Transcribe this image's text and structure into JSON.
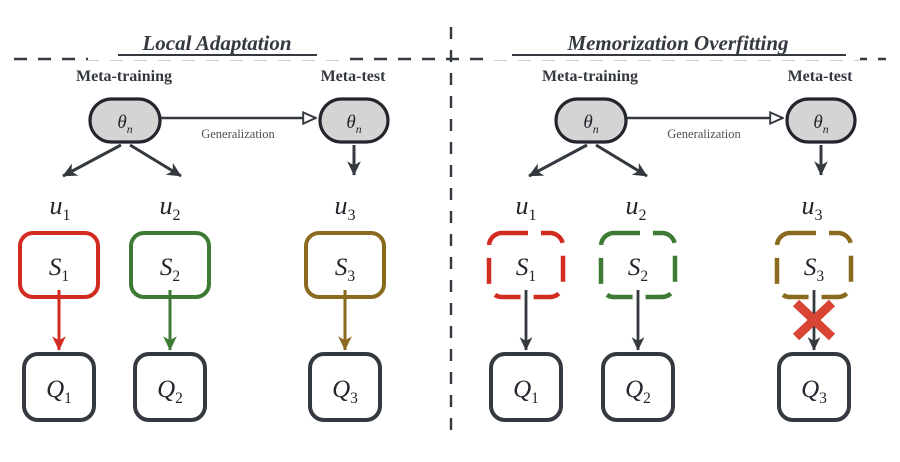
{
  "figure": {
    "type": "diagram",
    "subtitle_divider": "dashed",
    "colors": {
      "ink": "#34383f",
      "red": "#d22b22",
      "green": "#3d7a33",
      "brown": "#8a6a1e",
      "node_fill": "#d4d4d4",
      "cross_red": "#d94434",
      "background": "#ffffff"
    }
  },
  "panels": [
    {
      "id": "left",
      "title": "Local Adaptation",
      "stages": [
        {
          "id": "meta-training",
          "label": "Meta-training"
        },
        {
          "id": "meta-test",
          "label": "Meta-test"
        }
      ],
      "edge_label": "Generalization",
      "root_nodes": [
        {
          "id": "theta-train",
          "base": "θ",
          "sub": "n"
        },
        {
          "id": "theta-test",
          "base": "θ",
          "sub": "n"
        }
      ],
      "task_labels": [
        {
          "id": "u1",
          "base": "u",
          "sub": "1"
        },
        {
          "id": "u2",
          "base": "u",
          "sub": "2"
        },
        {
          "id": "u3",
          "base": "u",
          "sub": "3"
        }
      ],
      "support_boxes": [
        {
          "id": "S1",
          "base": "S",
          "sub": "1",
          "color": "#d22b22",
          "style": "solid"
        },
        {
          "id": "S2",
          "base": "S",
          "sub": "2",
          "color": "#3d7a33",
          "style": "solid"
        },
        {
          "id": "S3",
          "base": "S",
          "sub": "3",
          "color": "#8a6a1e",
          "style": "solid"
        }
      ],
      "query_boxes": [
        {
          "id": "Q1",
          "base": "Q",
          "sub": "1",
          "color": "#34383f",
          "style": "solid"
        },
        {
          "id": "Q2",
          "base": "Q",
          "sub": "2",
          "color": "#34383f",
          "style": "solid"
        },
        {
          "id": "Q3",
          "base": "Q",
          "sub": "3",
          "color": "#34383f",
          "style": "solid"
        }
      ],
      "sq_arrow_colors": [
        "#d22b22",
        "#3d7a33",
        "#8a6a1e"
      ],
      "blocked": [
        false,
        false,
        false
      ]
    },
    {
      "id": "right",
      "title": "Memorization Overfitting",
      "stages": [
        {
          "id": "meta-training",
          "label": "Meta-training"
        },
        {
          "id": "meta-test",
          "label": "Meta-test"
        }
      ],
      "edge_label": "Generalization",
      "root_nodes": [
        {
          "id": "theta-train",
          "base": "θ",
          "sub": "n"
        },
        {
          "id": "theta-test",
          "base": "θ",
          "sub": "n"
        }
      ],
      "task_labels": [
        {
          "id": "u1",
          "base": "u",
          "sub": "1"
        },
        {
          "id": "u2",
          "base": "u",
          "sub": "2"
        },
        {
          "id": "u3",
          "base": "u",
          "sub": "3"
        }
      ],
      "support_boxes": [
        {
          "id": "S1",
          "base": "S",
          "sub": "1",
          "color": "#d22b22",
          "style": "dashed"
        },
        {
          "id": "S2",
          "base": "S",
          "sub": "2",
          "color": "#3d7a33",
          "style": "dashed"
        },
        {
          "id": "S3",
          "base": "S",
          "sub": "3",
          "color": "#8a6a1e",
          "style": "dashed"
        }
      ],
      "query_boxes": [
        {
          "id": "Q1",
          "base": "Q",
          "sub": "1",
          "color": "#34383f",
          "style": "solid"
        },
        {
          "id": "Q2",
          "base": "Q",
          "sub": "2",
          "color": "#34383f",
          "style": "solid"
        },
        {
          "id": "Q3",
          "base": "Q",
          "sub": "3",
          "color": "#34383f",
          "style": "solid"
        }
      ],
      "sq_arrow_colors": [
        "#34383f",
        "#34383f",
        "#34383f"
      ],
      "blocked": [
        false,
        false,
        true
      ]
    }
  ]
}
